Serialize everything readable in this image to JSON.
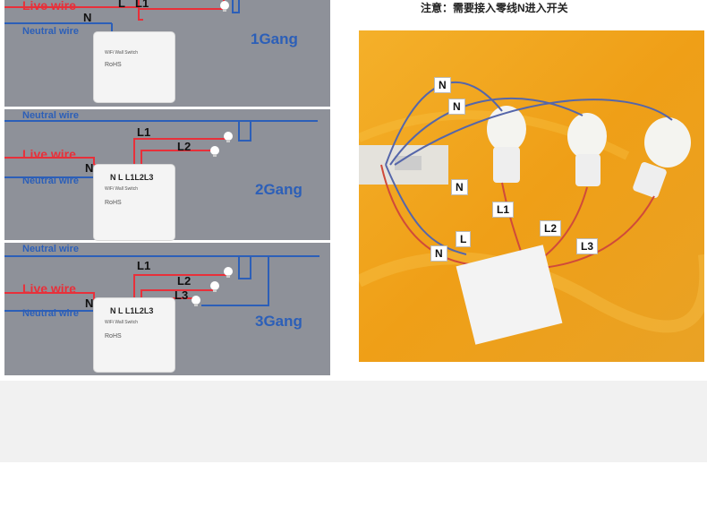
{
  "note": "注意：需要接入零线N进入开关",
  "wire_labels": {
    "live": "Live wire",
    "neutral": "Neutral wire"
  },
  "terminals": {
    "n": "N",
    "l": "L",
    "l1": "L1",
    "l2": "L2",
    "l3": "L3",
    "terminal_strip": "N L L1L2L3"
  },
  "panels": [
    {
      "gang": "1Gang"
    },
    {
      "gang": "2Gang"
    },
    {
      "gang": "3Gang"
    }
  ],
  "switch": {
    "brand_line": "WiFi Wall Switch",
    "cert": "RoHS"
  },
  "photo_tags": {
    "n1": "N",
    "n2": "N",
    "n3": "N",
    "n4": "N",
    "l": "L",
    "l1": "L1",
    "l2": "L2",
    "l3": "L3"
  },
  "colors": {
    "live": "#e8303a",
    "neutral": "#2c5fb8",
    "panel": "#8e9199",
    "cloth": "#f0a51c"
  }
}
